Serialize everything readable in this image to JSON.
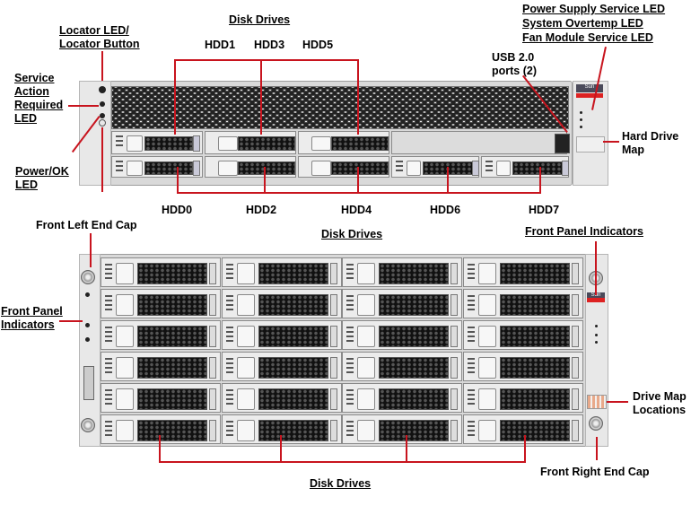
{
  "top_server": {
    "labels": {
      "locator": [
        "Locator LED/",
        "Locator Button"
      ],
      "service_action": [
        "Service",
        "Action",
        "Required",
        "LED"
      ],
      "power_ok": [
        "Power/OK",
        "LED"
      ],
      "disk_drives": "Disk Drives",
      "power_supply_led": "Power Supply Service LED",
      "overtemp_led": "System Overtemp LED",
      "fan_led": "Fan Module Service LED",
      "usb": [
        "USB 2.0",
        "ports (2)"
      ],
      "hard_drive_map": [
        "Hard Drive",
        "Map"
      ]
    },
    "drives_top_row": [
      "HDD1",
      "HDD3",
      "HDD5"
    ],
    "drives_bottom_row": [
      "HDD0",
      "HDD2",
      "HDD4",
      "HDD6",
      "HDD7"
    ],
    "brand": "Sun"
  },
  "bottom_server": {
    "labels": {
      "front_left_end_cap": "Front Left End Cap",
      "disk_drives_top": "Disk Drives",
      "front_panel_indicators_right": "Front Panel Indicators",
      "front_panel_indicators_left": [
        "Front Panel",
        "Indicators"
      ],
      "drive_map_locations": [
        "Drive Map",
        "Locations"
      ],
      "front_right_end_cap": "Front Right End Cap",
      "disk_drives_bottom": "Disk Drives"
    },
    "drive_grid": {
      "columns": 4,
      "rows": 6
    },
    "brand": "Sun"
  },
  "colors": {
    "callout_line": "#c8141e",
    "chassis": "#d9d9d9"
  }
}
